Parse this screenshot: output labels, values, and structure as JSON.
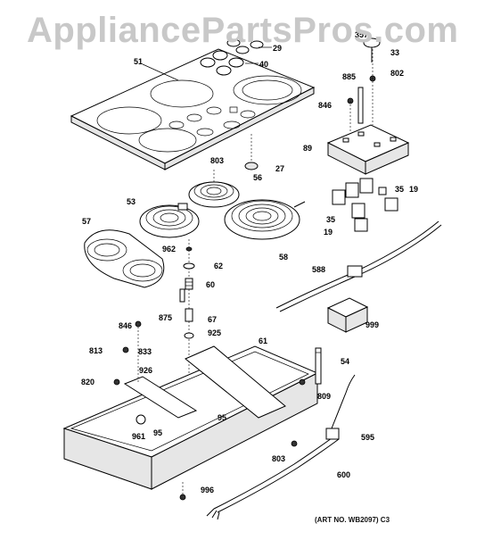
{
  "watermark": "AppliancePartsPros.com",
  "art_number": "(ART NO. WB2097) C3",
  "callouts": {
    "c51": "51",
    "c29": "29",
    "c40": "40",
    "c33": "33",
    "c802": "802",
    "c885": "885",
    "c846a": "846",
    "c89": "89",
    "c27": "27",
    "c803a": "803",
    "c56": "56",
    "c53": "53",
    "c57": "57",
    "c35a": "35",
    "c19a": "19",
    "c35b": "35",
    "c19b": "19",
    "c962": "962",
    "c62": "62",
    "c58": "58",
    "c60": "60",
    "c588": "588",
    "c875": "875",
    "c846b": "846",
    "c67": "67",
    "c999": "999",
    "c925": "925",
    "c61": "61",
    "c813": "813",
    "c833": "833",
    "c54": "54",
    "c926": "926",
    "c820": "820",
    "c809": "809",
    "c95a": "95",
    "c95b": "95",
    "c961": "961",
    "c595": "595",
    "c803b": "803",
    "c600": "600",
    "c996": "996",
    "c357": "357"
  }
}
